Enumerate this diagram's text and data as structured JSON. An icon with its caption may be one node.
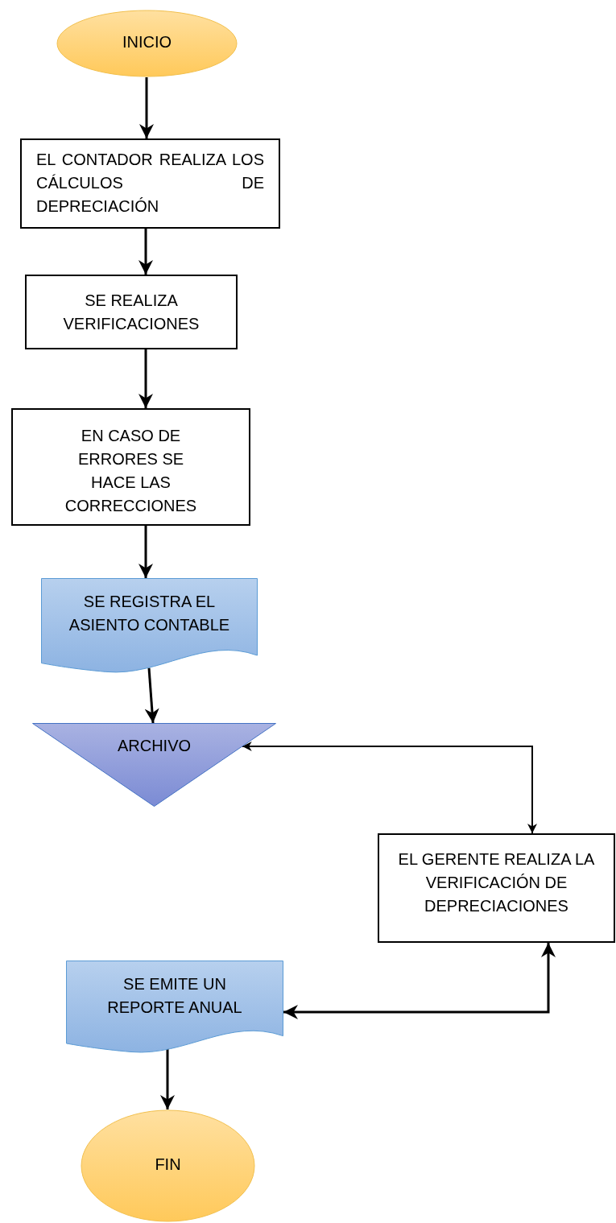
{
  "diagram": {
    "nodes": [
      {
        "text": [
          "INICIO"
        ]
      },
      {
        "text": [
          "EL CONTADOR REALIZA LOS CÁLCULOS DE DEPRECIACIÓN"
        ]
      },
      {
        "text": [
          "SE REALIZA VERIFICACIONES"
        ]
      },
      {
        "text": [
          "EN CASO DE ERRORES SE HACE LAS CORRECCIONES"
        ]
      },
      {
        "text": [
          "SE REGISTRA EL ASIENTO CONTABLE"
        ]
      },
      {
        "text": [
          "ARCHIVO"
        ]
      },
      {
        "text": [
          "EL GERENTE REALIZA LA VERIFICACIÓN DE DEPRECIACIONES"
        ]
      },
      {
        "text": [
          "SE EMITE UN REPORTE ANUAL"
        ]
      },
      {
        "text": [
          "FIN"
        ]
      }
    ],
    "edges": [
      {
        "from": 0,
        "to": 1,
        "arrow": "to"
      },
      {
        "from": 1,
        "to": 2,
        "arrow": "to"
      },
      {
        "from": 2,
        "to": 3,
        "arrow": "to"
      },
      {
        "from": 3,
        "to": 4,
        "arrow": "to"
      },
      {
        "from": 4,
        "to": 5,
        "arrow": "to"
      },
      {
        "from": 5,
        "to": 6,
        "arrow": "both"
      },
      {
        "from": 6,
        "to": 7,
        "arrow": "both"
      },
      {
        "from": 7,
        "to": 8,
        "arrow": "to"
      }
    ]
  }
}
